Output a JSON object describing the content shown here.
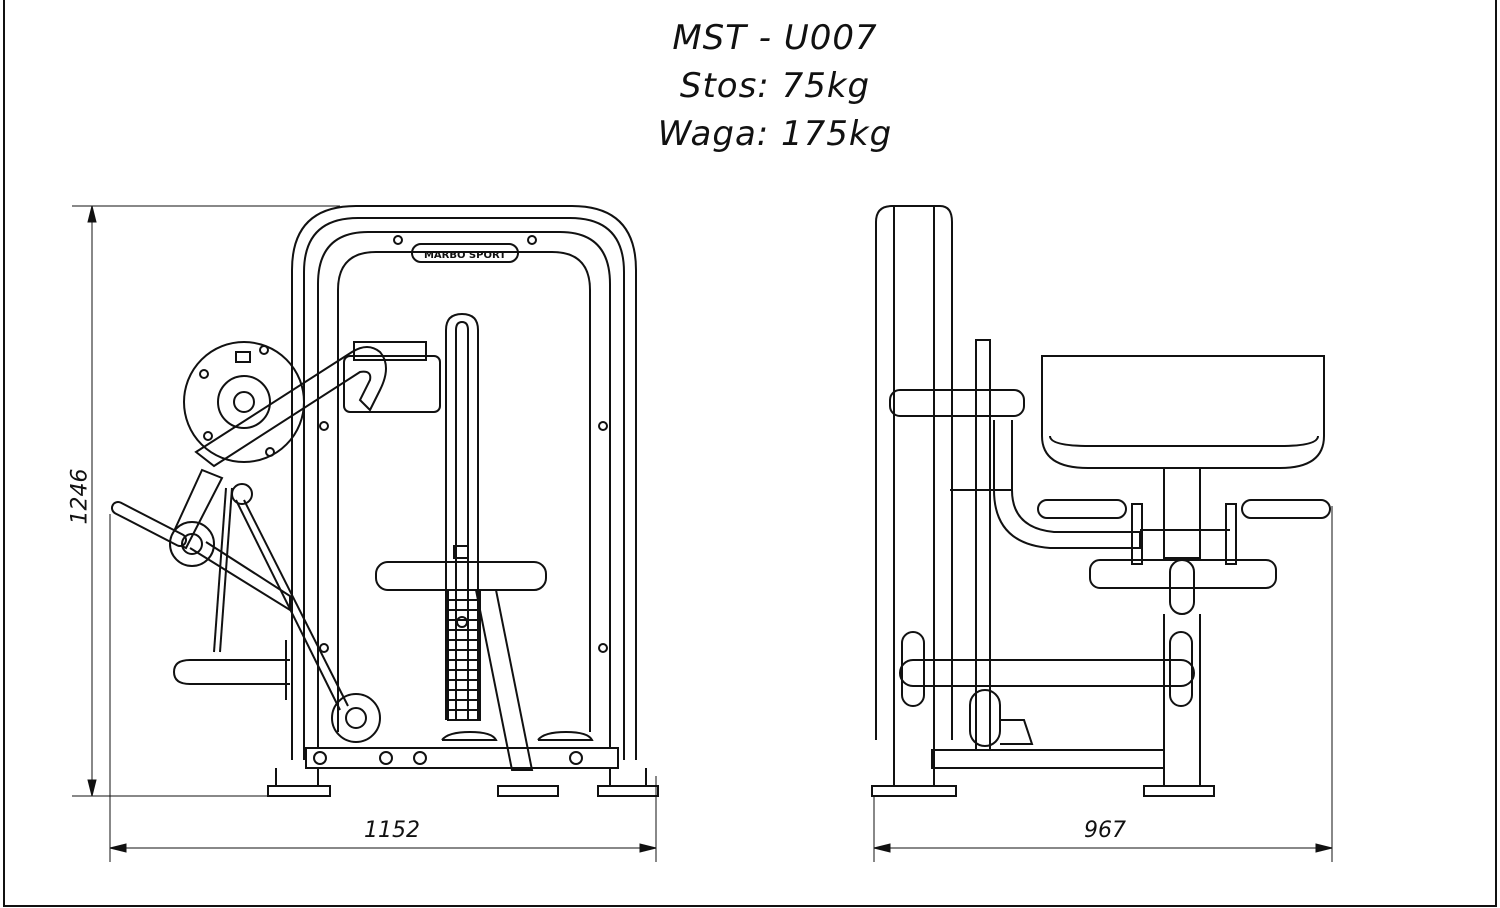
{
  "title": {
    "model": "MST - U007",
    "stack": "Stos: 75kg",
    "weight": "Waga: 175kg"
  },
  "logo_text": "MARBO SPORT",
  "dimensions": {
    "height": "1246",
    "front_width": "1152",
    "side_depth": "967"
  },
  "colors": {
    "line": "#111111",
    "background": "#ffffff"
  }
}
